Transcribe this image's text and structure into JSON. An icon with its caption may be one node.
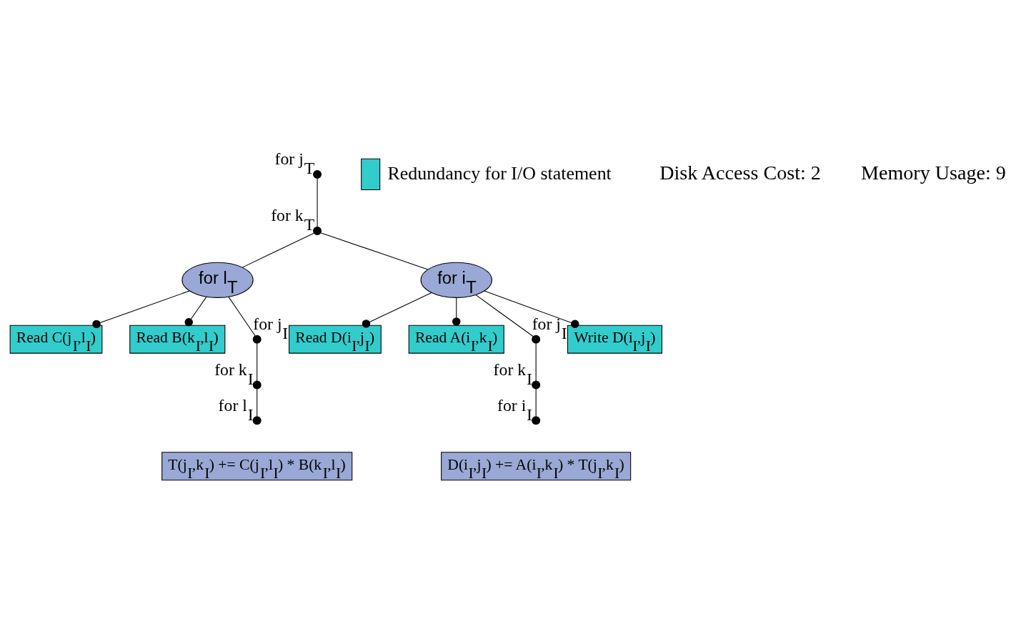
{
  "diagram": {
    "nodes": [
      {
        "text": [],
        "shape": "circle",
        "beside": [
          "for j$_{T}$"
        ]
      },
      {
        "text": [],
        "shape": "circle",
        "beside": [
          "for k$_{T}$"
        ]
      },
      {
        "text": [
          "for l$_{T}$"
        ]
      },
      {
        "text": [
          "Read C(j$_{I}$,l$_{I}$)"
        ]
      },
      {
        "text": [
          "Read B(k$_{I}$,l$_{I}$)"
        ]
      },
      {
        "text": [],
        "shape": "circle",
        "beside": [
          "for j$_{I}$"
        ]
      },
      {
        "text": [],
        "shape": "circle",
        "beside": [
          "for k$_{I}$"
        ]
      },
      {
        "text": [],
        "shape": "circle",
        "beside": [
          "for l$_{I}$"
        ]
      },
      {
        "text": [
          "T(j$_{I}$,k$_{I}$) += C(j$_{I}$,l$_{I}$) * B(k$_{I}$,l$_{I}$)"
        ]
      },
      {
        "text": [
          "for i$_{T}$"
        ]
      },
      {
        "text": [
          "Read D(i$_{I}$,j$_{I}$)"
        ]
      },
      {
        "text": [
          "Read A(i$_{I}$,k$_{I}$)"
        ]
      },
      {
        "text": [],
        "shape": "circle",
        "beside": [
          "for j$_{I}$"
        ]
      },
      {
        "text": [],
        "shape": "circle",
        "beside": [
          "for k$_{I}$"
        ]
      },
      {
        "text": [],
        "shape": "circle",
        "beside": [
          "for i$_{I}$"
        ]
      },
      {
        "text": [
          "Write D(i$_{I}$,j$_{I}$)"
        ]
      },
      {
        "text": [
          "D(i$_{I}$,j$_{I}$) += A(i$_{I}$,k$_{I}$) * T(j$_{I}$,k$_{I}$)"
        ]
      }
    ],
    "edges": [
      {
        "from": 0,
        "to": 1,
        "arrow": "none"
      },
      {
        "from": 1,
        "to": 2,
        "arrow": "none"
      },
      {
        "from": 1,
        "to": 9,
        "arrow": "none"
      },
      {
        "from": 2,
        "to": 3,
        "arrow": "other"
      },
      {
        "from": 2,
        "to": 4,
        "arrow": "other"
      },
      {
        "from": 2,
        "to": 5,
        "arrow": "none"
      },
      {
        "from": 5,
        "to": 6,
        "arrow": "none"
      },
      {
        "from": 6,
        "to": 7,
        "arrow": "none"
      },
      {
        "from": 9,
        "to": 10,
        "arrow": "other"
      },
      {
        "from": 9,
        "to": 11,
        "arrow": "other"
      },
      {
        "from": 9,
        "to": 12,
        "arrow": "none"
      },
      {
        "from": 12,
        "to": 13,
        "arrow": "none"
      },
      {
        "from": 13,
        "to": 14,
        "arrow": "none"
      },
      {
        "from": 9,
        "to": 15,
        "arrow": "other"
      }
    ],
    "labels": [
      "Disk Access Cost: 2",
      "Memory Usage: 9"
    ],
    "legend": [
      {
        "text": "Redundancy for I/O statement",
        "color": "#33cccc"
      }
    ]
  }
}
